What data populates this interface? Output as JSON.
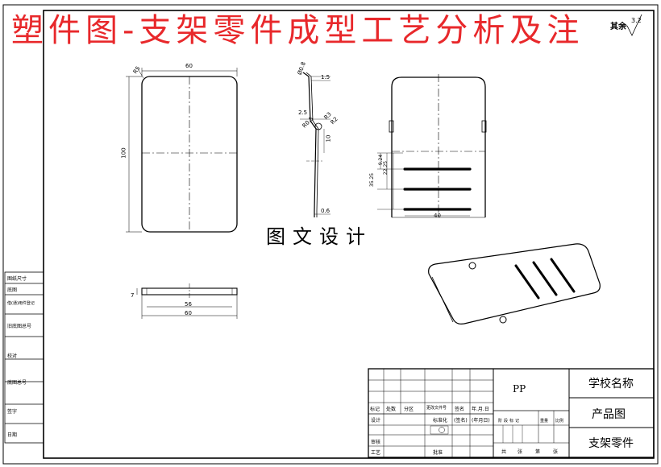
{
  "title": "塑件图-支架零件成型工艺分析及注",
  "watermark": "图文设计",
  "roughness": {
    "label": "其余",
    "value": "3.2"
  },
  "views": {
    "front": {
      "width_dim": "60",
      "height_dim": "100",
      "corner_dim": "R5"
    },
    "side": {
      "top_dim": "Ø0.8",
      "thk_top": "1.5",
      "dim_25": "2.5",
      "dim_r3": "R3",
      "dim_r05": "R0.5",
      "dim_r2": "R2",
      "dim_10": "10",
      "thk_bottom": "0.6"
    },
    "rear": {
      "d1": "9.24",
      "d2": "22.25",
      "d3": "35.25",
      "slot_w": "40"
    },
    "bottom": {
      "height": "7",
      "inner": "56",
      "outer": "60"
    }
  },
  "left_block": {
    "items": [
      "图纸尺寸",
      "底图",
      "借(通)用件登记",
      "旧底图总号",
      "描图",
      "校对",
      "底图总号",
      "签字",
      "日期"
    ]
  },
  "title_block": {
    "material": "PP",
    "school": "学校名称",
    "drawing_type": "产品图",
    "part_name": "支架零件",
    "rev_headers": [
      "标记",
      "处数",
      "分区",
      "更改文件号",
      "签名",
      "年.月.日"
    ],
    "role_design": "设计",
    "std": "标准化",
    "sign": "(签名)",
    "date": "(年月日)",
    "role_review": "审核",
    "role_process": "工艺",
    "approve": "批准",
    "stage_headers": [
      "阶段标记",
      "重量",
      "比例"
    ],
    "sheets": [
      "共",
      "张",
      "第",
      "张"
    ]
  }
}
